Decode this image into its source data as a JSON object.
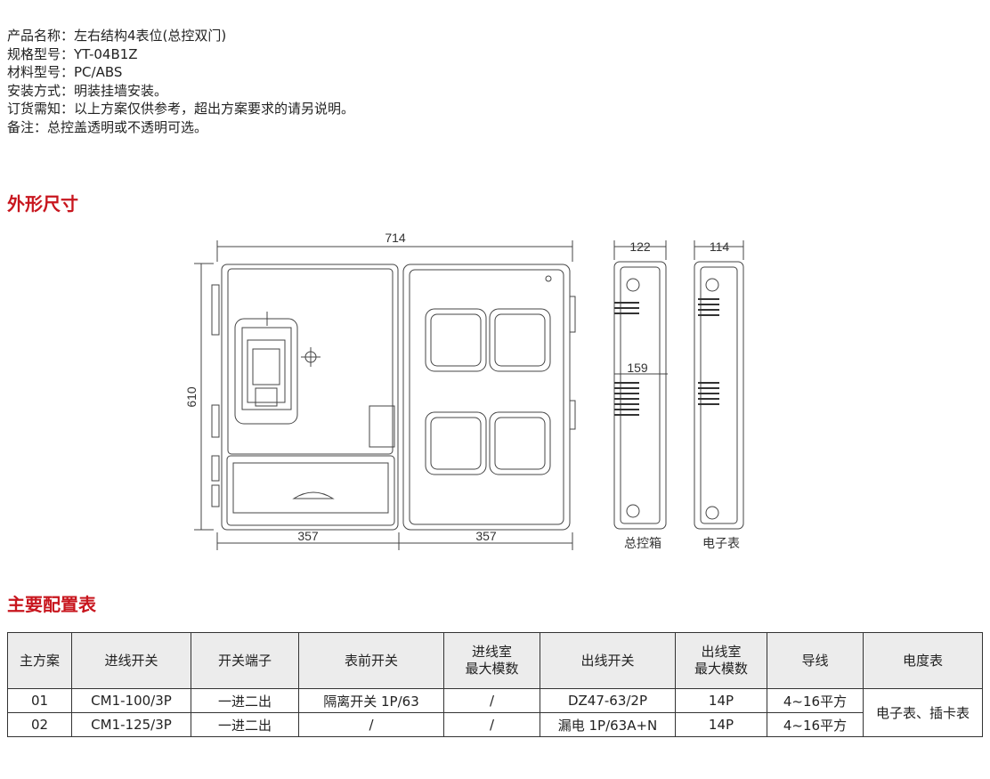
{
  "specs": [
    {
      "label": "产品名称：",
      "value": "左右结构4表位(总控双门)"
    },
    {
      "label": "规格型号：",
      "value": "YT-04B1Z"
    },
    {
      "label": "材料型号：",
      "value": "PC/ABS"
    },
    {
      "label": "安装方式：",
      "value": "明装挂墙安装。"
    },
    {
      "label": "订货需知：",
      "value": "以上方案仅供参考，超出方案要求的请另说明。"
    },
    {
      "label": "备注：",
      "value": "总控盖透明或不透明可选。"
    }
  ],
  "sections": {
    "dimensions": "外形尺寸",
    "config": "主要配置表"
  },
  "drawing": {
    "total_width": "714",
    "height": "610",
    "left_width": "357",
    "right_width": "357",
    "side1_depth": "122",
    "side2_depth": "114",
    "side1_inner": "159",
    "side1_caption": "总控箱",
    "side2_caption": "电子表"
  },
  "table": {
    "headers": [
      "主方案",
      "进线开关",
      "开关端子",
      "表前开关",
      "进线室\n最大模数",
      "出线开关",
      "出线室\n最大模数",
      "导线",
      "电度表"
    ],
    "rows": [
      [
        "01",
        "CM1-100/3P",
        "一进二出",
        "隔离开关 1P/63",
        "/",
        "DZ47-63/2P",
        "14P",
        "4~16平方"
      ],
      [
        "02",
        "CM1-125/3P",
        "一进二出",
        "/",
        "/",
        "漏电 1P/63A+N",
        "14P",
        "4~16平方"
      ]
    ],
    "meter": "电子表、插卡表"
  },
  "colors": {
    "accent": "#c8161e",
    "header_bg": "#ececec"
  }
}
